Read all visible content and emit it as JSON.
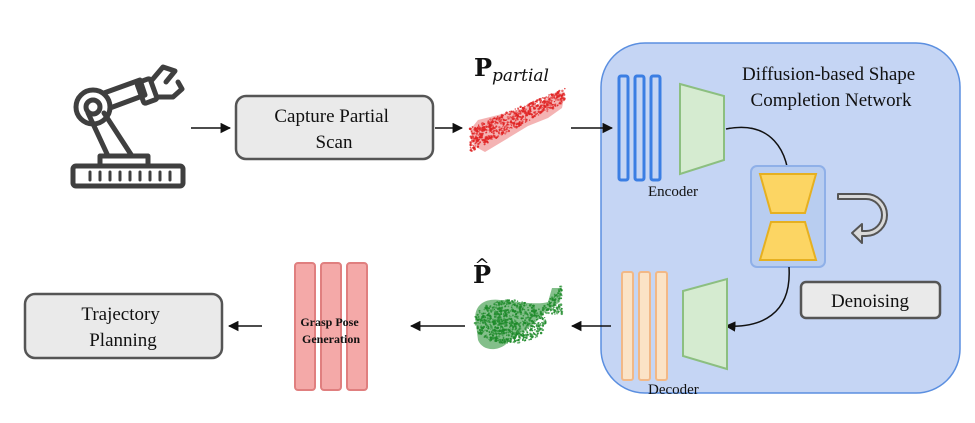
{
  "nodes": {
    "capture": {
      "line1": "Capture Partial",
      "line2": "Scan"
    },
    "p_partial": {
      "base": "P",
      "sub": "partial"
    },
    "network_title": {
      "line1": "Diffusion-based Shape",
      "line2": "Completion Network"
    },
    "encoder": "Encoder",
    "decoder": "Decoder",
    "denoising": "Denoising",
    "p_hat": {
      "base": "P",
      "hat": "^"
    },
    "grasp": {
      "line1": "Grasp Pose",
      "line2": "Generation"
    },
    "trajectory": {
      "line1": "Trajectory",
      "line2": "Planning"
    }
  },
  "icons": {
    "robot": "robot-arm-icon",
    "partial_cloud": "partial-point-cloud",
    "complete_cloud": "complete-point-cloud",
    "loop": "loop-arrow-icon"
  },
  "colors": {
    "network_bg": "#c5d5f4",
    "network_border": "#5b8fe0",
    "encoder_blue": "#3b7ee3",
    "decoder_orange": "#f9c99a",
    "trapezoid_green": "#d5ebd0",
    "hourglass_yellow": "#fcd563",
    "grasp_red": "#f4a9a8",
    "partial_red": "#e02424",
    "complete_green": "#1e8a2a",
    "box_fill": "#eaeaea"
  }
}
